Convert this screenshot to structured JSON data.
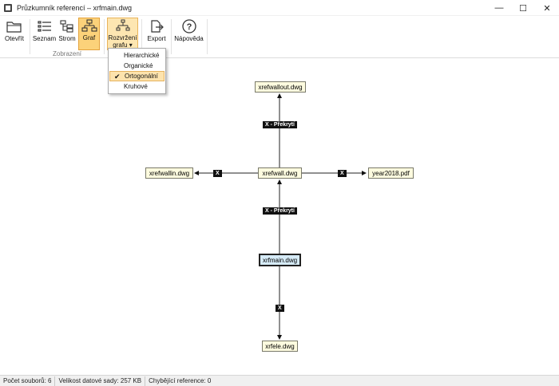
{
  "window": {
    "title": "Průzkumník referencí – xrfmain.dwg",
    "minimize": "—",
    "maximize": "☐",
    "close": "✕"
  },
  "ribbon": {
    "open": "Otevřít",
    "list": "Seznam",
    "tree": "Strom",
    "graph": "Graf",
    "layout_line1": "Rozvržení",
    "layout_line2": "grafu ▾",
    "export": "Export",
    "help": "Nápověda",
    "group_view": "Zobrazení"
  },
  "layout_menu": {
    "items": [
      {
        "label": "Hierarchické",
        "checked": false
      },
      {
        "label": "Organické",
        "checked": false
      },
      {
        "label": "Ortogonální",
        "checked": true
      },
      {
        "label": "Kruhové",
        "checked": false
      }
    ]
  },
  "graph": {
    "nodes": {
      "wallout": "xrefwallout.dwg",
      "wall": "xrefwall.dwg",
      "wallin": "xrefwallin.dwg",
      "pdf": "year2018.pdf",
      "main": "xrfmain.dwg",
      "fele": "xrfele.dwg"
    },
    "edge_labels": {
      "wall_to_wallout": "X - Překrytí",
      "wall_to_wallin": "X",
      "wall_to_pdf": "X",
      "main_to_wall": "X - Překrytí",
      "main_to_fele": "X"
    }
  },
  "status": {
    "file_count": "Počet souborů: 6",
    "dataset_size": "Velikost datové sady: 257 KB",
    "missing": "Chybějící reference: 0"
  }
}
